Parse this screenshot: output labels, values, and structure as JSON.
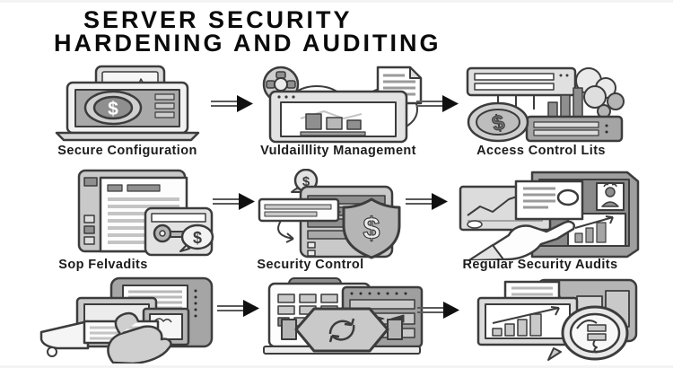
{
  "title": {
    "line1": "SERVER SECURITY",
    "line2": "HARDENING AND AUDITING"
  },
  "rows": [
    {
      "cells": [
        {
          "label": "Secure Configuration",
          "icon": "laptop-dollar-coin-icon"
        },
        {
          "label": "Vuldailllity Management",
          "icon": "browser-bar-chart-icon"
        },
        {
          "label": "Access Control Lits",
          "icon": "servers-cloud-coin-icon"
        }
      ]
    },
    {
      "cells": [
        {
          "label": "Sop Felvadits",
          "icon": "documents-key-dollar-icon"
        },
        {
          "label": "Security Control",
          "icon": "server-shield-dollar-icon"
        },
        {
          "label": "Regular Security Audits",
          "icon": "audit-dashboard-hand-icon"
        }
      ]
    },
    {
      "cells": [
        {
          "label": "",
          "icon": "hand-card-tablet-icon"
        },
        {
          "label": "",
          "icon": "devices-sync-hexagon-icon"
        },
        {
          "label": "",
          "icon": "monitor-chart-magnifier-icon"
        }
      ]
    }
  ],
  "glyphs": {
    "dollar": "$"
  },
  "colors": {
    "background": "#ffffff",
    "title": "#0a0a0a",
    "label": "#1c1c1c",
    "outline": "#3c3c3c",
    "arrow_head": "#101010",
    "arrow_line": "#5a5a5a",
    "fill_light": "#ececec",
    "fill_mid": "#c9c9c9",
    "fill_dark": "#9f9f9f"
  }
}
